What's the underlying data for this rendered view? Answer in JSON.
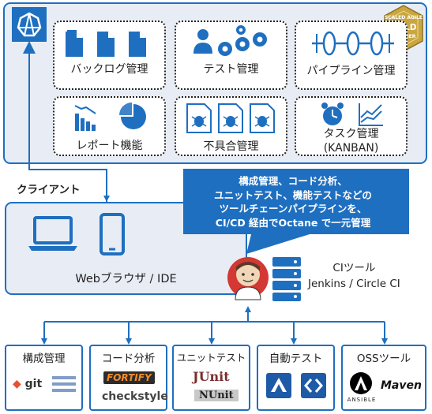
{
  "badge": {
    "line1": "SCALED AGILE",
    "line2": "GOLD",
    "line3": "PARTNER"
  },
  "features": {
    "backlog": "バックログ管理",
    "test": "テスト管理",
    "pipeline": "パイプライン管理",
    "report": "レポート機能",
    "defect": "不具合管理",
    "task_line1": "タスク管理",
    "task_line2": "(KANBAN)"
  },
  "client": {
    "label": "クライアント",
    "devices": "Webブラウザ / IDE"
  },
  "callout": {
    "line1": "構成管理、コード分析、",
    "line2": "ユニットテスト、機能テストなどの",
    "line3": "ツールチェーンパイプラインを、",
    "line4": "CI/CD 経由でOctane で一元管理"
  },
  "ci": {
    "line1": "CIツール",
    "line2": "Jenkins / Circle CI"
  },
  "tools": [
    {
      "title": "構成管理",
      "items": [
        "git",
        "≡"
      ]
    },
    {
      "title": "コード分析",
      "items": [
        "FORTIFY",
        "checkstyle"
      ]
    },
    {
      "title": "ユニットテスト",
      "items": [
        "JUnit",
        "NUnit"
      ]
    },
    {
      "title": "自動テスト",
      "items": [
        "",
        ""
      ]
    },
    {
      "title": "OSSツール",
      "items": [
        "ANSIBLE",
        "Maven"
      ]
    }
  ],
  "colors": {
    "accent": "#1f6fc0",
    "panel": "#e8edf5",
    "badge_gold": "#c9a640"
  }
}
